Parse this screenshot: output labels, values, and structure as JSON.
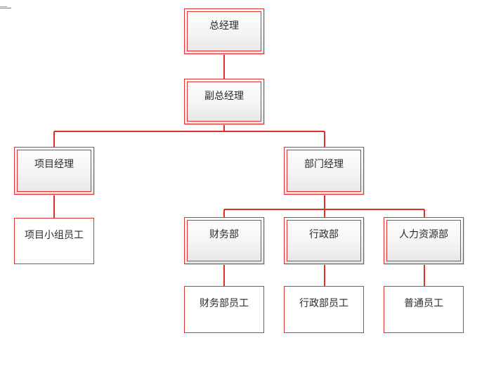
{
  "diagram": {
    "nodes": {
      "ceo": "总经理",
      "vice_ceo": "副总经理",
      "project_manager": "项目经理",
      "department_manager": "部门经理",
      "project_team_staff": "项目小组员工",
      "finance_dept": "财务部",
      "admin_dept": "行政部",
      "hr_dept": "人力资源部",
      "finance_staff": "财务部员工",
      "admin_staff": "行政部员工",
      "general_staff": "普通员工"
    },
    "line_color": "#e03030"
  }
}
